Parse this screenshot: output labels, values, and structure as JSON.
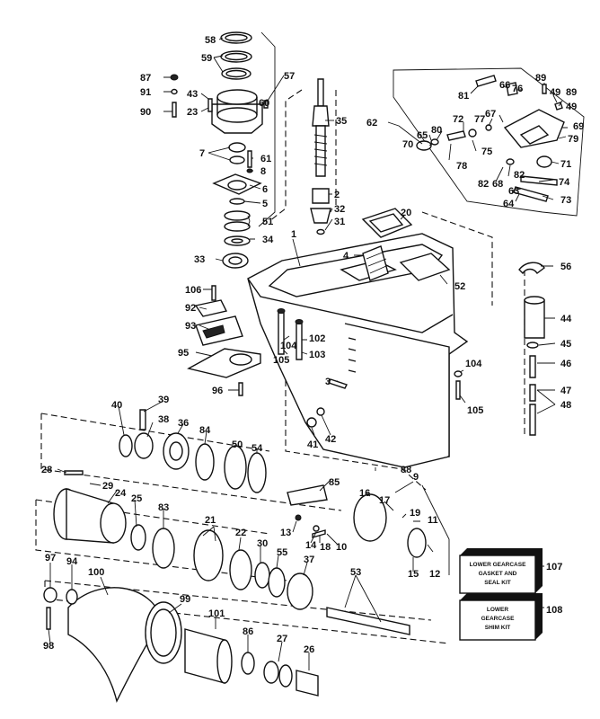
{
  "callouts": [
    {
      "id": "p58",
      "label": "58"
    },
    {
      "id": "p59",
      "label": "59"
    },
    {
      "id": "p57",
      "label": "57"
    },
    {
      "id": "p87",
      "label": "87"
    },
    {
      "id": "p91",
      "label": "91"
    },
    {
      "id": "p90",
      "label": "90"
    },
    {
      "id": "p43",
      "label": "43"
    },
    {
      "id": "p23",
      "label": "23"
    },
    {
      "id": "p60",
      "label": "60"
    },
    {
      "id": "p35",
      "label": "35"
    },
    {
      "id": "p7",
      "label": "7"
    },
    {
      "id": "p61",
      "label": "61"
    },
    {
      "id": "p8",
      "label": "8"
    },
    {
      "id": "p6",
      "label": "6"
    },
    {
      "id": "p5",
      "label": "5"
    },
    {
      "id": "p51",
      "label": "51"
    },
    {
      "id": "p34",
      "label": "34"
    },
    {
      "id": "p33",
      "label": "33"
    },
    {
      "id": "p2",
      "label": "2"
    },
    {
      "id": "p32",
      "label": "32"
    },
    {
      "id": "p31",
      "label": "31"
    },
    {
      "id": "p1",
      "label": "1"
    },
    {
      "id": "p20",
      "label": "20"
    },
    {
      "id": "p4",
      "label": "4"
    },
    {
      "id": "p52",
      "label": "52"
    },
    {
      "id": "p62",
      "label": "62"
    },
    {
      "id": "p81",
      "label": "81"
    },
    {
      "id": "p66",
      "label": "66"
    },
    {
      "id": "p76",
      "label": "76"
    },
    {
      "id": "p89a",
      "label": "89"
    },
    {
      "id": "p49a",
      "label": "49"
    },
    {
      "id": "p89b",
      "label": "89"
    },
    {
      "id": "p49b",
      "label": "49"
    },
    {
      "id": "p72",
      "label": "72"
    },
    {
      "id": "p77",
      "label": "77"
    },
    {
      "id": "p67",
      "label": "67"
    },
    {
      "id": "p69",
      "label": "69"
    },
    {
      "id": "p79",
      "label": "79"
    },
    {
      "id": "p65",
      "label": "65"
    },
    {
      "id": "p80",
      "label": "80"
    },
    {
      "id": "p70",
      "label": "70"
    },
    {
      "id": "p78",
      "label": "78"
    },
    {
      "id": "p75",
      "label": "75"
    },
    {
      "id": "p71",
      "label": "71"
    },
    {
      "id": "p82a",
      "label": "82"
    },
    {
      "id": "p68",
      "label": "68"
    },
    {
      "id": "p82b",
      "label": "82"
    },
    {
      "id": "p74",
      "label": "74"
    },
    {
      "id": "p63",
      "label": "63"
    },
    {
      "id": "p73",
      "label": "73"
    },
    {
      "id": "p64",
      "label": "64"
    },
    {
      "id": "p56",
      "label": "56"
    },
    {
      "id": "p44",
      "label": "44"
    },
    {
      "id": "p45",
      "label": "45"
    },
    {
      "id": "p46",
      "label": "46"
    },
    {
      "id": "p47",
      "label": "47"
    },
    {
      "id": "p48",
      "label": "48"
    },
    {
      "id": "p106",
      "label": "106"
    },
    {
      "id": "p92",
      "label": "92"
    },
    {
      "id": "p93",
      "label": "93"
    },
    {
      "id": "p95",
      "label": "95"
    },
    {
      "id": "p96",
      "label": "96"
    },
    {
      "id": "p104a",
      "label": "104"
    },
    {
      "id": "p102",
      "label": "102"
    },
    {
      "id": "p105a",
      "label": "105"
    },
    {
      "id": "p103",
      "label": "103"
    },
    {
      "id": "p3",
      "label": "3"
    },
    {
      "id": "p104b",
      "label": "104"
    },
    {
      "id": "p105b",
      "label": "105"
    },
    {
      "id": "p41",
      "label": "41"
    },
    {
      "id": "p42",
      "label": "42"
    },
    {
      "id": "p40",
      "label": "40"
    },
    {
      "id": "p39",
      "label": "39"
    },
    {
      "id": "p38",
      "label": "38"
    },
    {
      "id": "p36",
      "label": "36"
    },
    {
      "id": "p84",
      "label": "84"
    },
    {
      "id": "p50",
      "label": "50"
    },
    {
      "id": "p54",
      "label": "54"
    },
    {
      "id": "p28",
      "label": "28"
    },
    {
      "id": "p29",
      "label": "29"
    },
    {
      "id": "p24",
      "label": "24"
    },
    {
      "id": "p25",
      "label": "25"
    },
    {
      "id": "p83",
      "label": "83"
    },
    {
      "id": "p21",
      "label": "21"
    },
    {
      "id": "p22",
      "label": "22"
    },
    {
      "id": "p30",
      "label": "30"
    },
    {
      "id": "p55",
      "label": "55"
    },
    {
      "id": "p37",
      "label": "37"
    },
    {
      "id": "p85",
      "label": "85"
    },
    {
      "id": "p13",
      "label": "13"
    },
    {
      "id": "p14",
      "label": "14"
    },
    {
      "id": "p18",
      "label": "18"
    },
    {
      "id": "p10",
      "label": "10"
    },
    {
      "id": "p88",
      "label": "88"
    },
    {
      "id": "p9",
      "label": "9"
    },
    {
      "id": "p16",
      "label": "16"
    },
    {
      "id": "p17",
      "label": "17"
    },
    {
      "id": "p19",
      "label": "19"
    },
    {
      "id": "p11",
      "label": "11"
    },
    {
      "id": "p15",
      "label": "15"
    },
    {
      "id": "p12",
      "label": "12"
    },
    {
      "id": "p53",
      "label": "53"
    },
    {
      "id": "p97",
      "label": "97"
    },
    {
      "id": "p94",
      "label": "94"
    },
    {
      "id": "p100",
      "label": "100"
    },
    {
      "id": "p99",
      "label": "99"
    },
    {
      "id": "p101",
      "label": "101"
    },
    {
      "id": "p86",
      "label": "86"
    },
    {
      "id": "p27",
      "label": "27"
    },
    {
      "id": "p26",
      "label": "26"
    },
    {
      "id": "p98",
      "label": "98"
    },
    {
      "id": "p107",
      "label": "107"
    },
    {
      "id": "p108",
      "label": "108"
    }
  ],
  "kits": {
    "gasket": {
      "line1": "LOWER GEARCASE",
      "line2": "GASKET AND",
      "line3": "SEAL KIT",
      "number": "107"
    },
    "shim": {
      "line1": "LOWER",
      "line2": "GEARCASE",
      "line3": "SHIM KIT",
      "number": "108"
    }
  }
}
